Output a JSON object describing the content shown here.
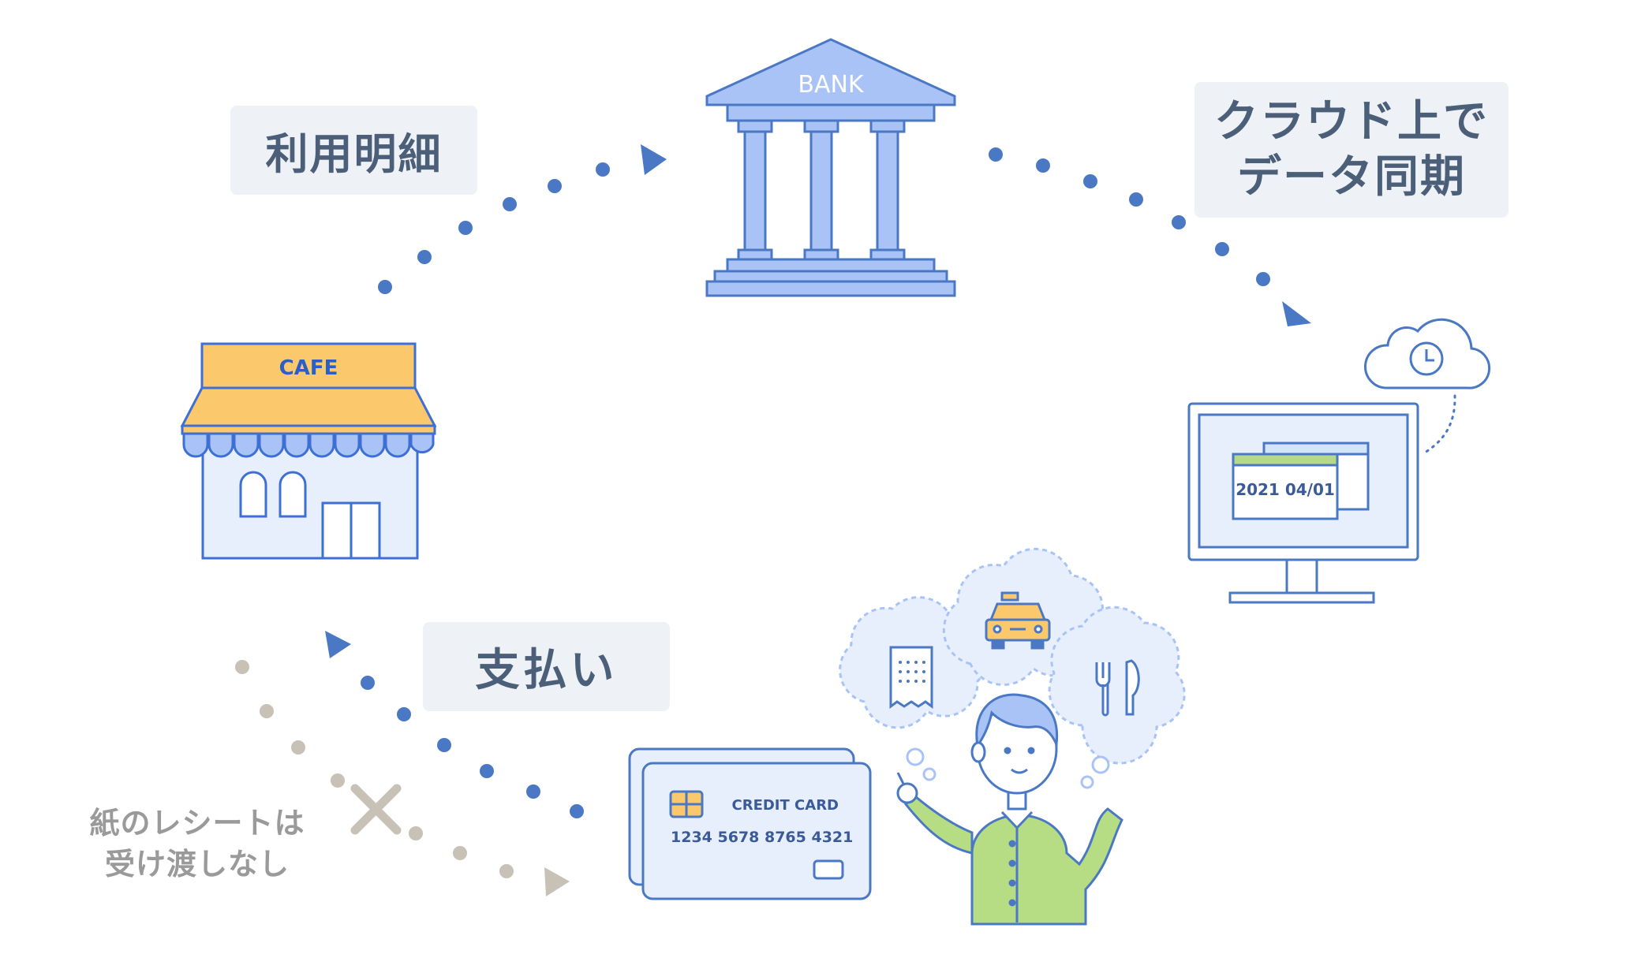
{
  "labels": {
    "statement": "利用明細",
    "cloud_sync_line1": "クラウド上で",
    "cloud_sync_line2": "データ同期",
    "payment": "支払い",
    "no_receipt_line1": "紙のレシートは",
    "no_receipt_line2": "受け渡しなし"
  },
  "bank": {
    "sign": "BANK"
  },
  "cafe": {
    "sign": "CAFE"
  },
  "monitor": {
    "date": "2021 04/01"
  },
  "credit_card": {
    "title": "CREDIT CARD",
    "number": "1234  5678  8765  4321"
  },
  "icons": [
    "bank-icon",
    "cafe-store-icon",
    "monitor-icon",
    "cloud-clock-icon",
    "credit-card-icon",
    "receipt-icon",
    "taxi-icon",
    "fork-knife-icon",
    "person-illustration",
    "cross-icon"
  ],
  "colors": {
    "primary_blue": "#4a78c4",
    "light_blue": "#a9c3f6",
    "pale_blue": "#e8effc",
    "cafe_yellow": "#fbc96b",
    "monitor_green": "#b5d889",
    "person_green": "#b6dc84",
    "gray": "#c8c2b6",
    "label_text": "#4b5f78"
  }
}
